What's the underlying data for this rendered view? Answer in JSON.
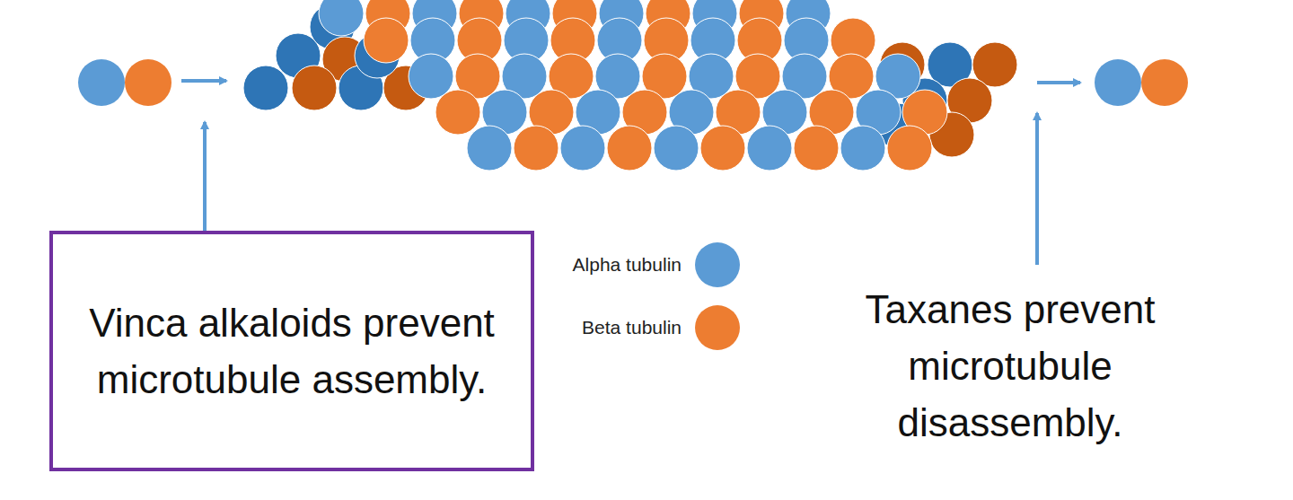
{
  "diagram": {
    "nodes": [
      {
        "text": [
          "Vinca alkaloids prevent microtubule assembly."
        ]
      }
    ],
    "labels": [
      "Taxanes prevent microtubule disassembly."
    ],
    "legend": [
      {
        "text": "Alpha tubulin",
        "color": "#5B9BD5"
      },
      {
        "text": "Beta tubulin",
        "color": "#ED7D31"
      }
    ]
  }
}
